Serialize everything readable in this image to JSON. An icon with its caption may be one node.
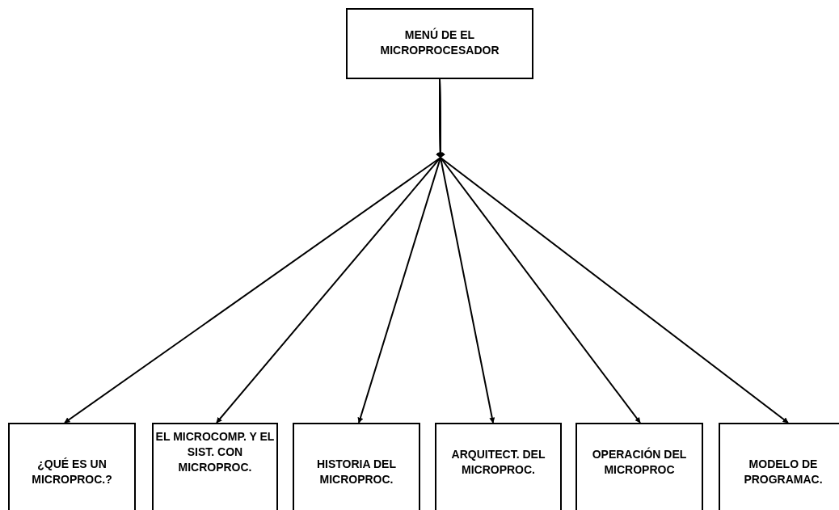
{
  "diagram": {
    "nodes": [
      {
        "text": [
          "MENÚ DE EL MICROPROCESADOR"
        ]
      },
      {
        "text": [
          "¿QUÉ ES UN MICROPROC.?"
        ]
      },
      {
        "text": [
          "EL MICROCOMP. Y EL SIST. CON MICROPROC."
        ]
      },
      {
        "text": [
          "HISTORIA DEL MICROPROC."
        ]
      },
      {
        "text": [
          "ARQUITECT. DEL MICROPROC."
        ]
      },
      {
        "text": [
          "OPERACIÓN DEL MICROPROC"
        ]
      },
      {
        "text": [
          "MODELO DE PROGRAMAC."
        ]
      }
    ],
    "edges": [
      {
        "from": 0,
        "to": 1,
        "arrow": "to"
      },
      {
        "from": 0,
        "to": 2,
        "arrow": "to"
      },
      {
        "from": 0,
        "to": 3,
        "arrow": "to"
      },
      {
        "from": 0,
        "to": 4,
        "arrow": "to"
      },
      {
        "from": 0,
        "to": 5,
        "arrow": "to"
      },
      {
        "from": 0,
        "to": 6,
        "arrow": "to"
      }
    ]
  }
}
